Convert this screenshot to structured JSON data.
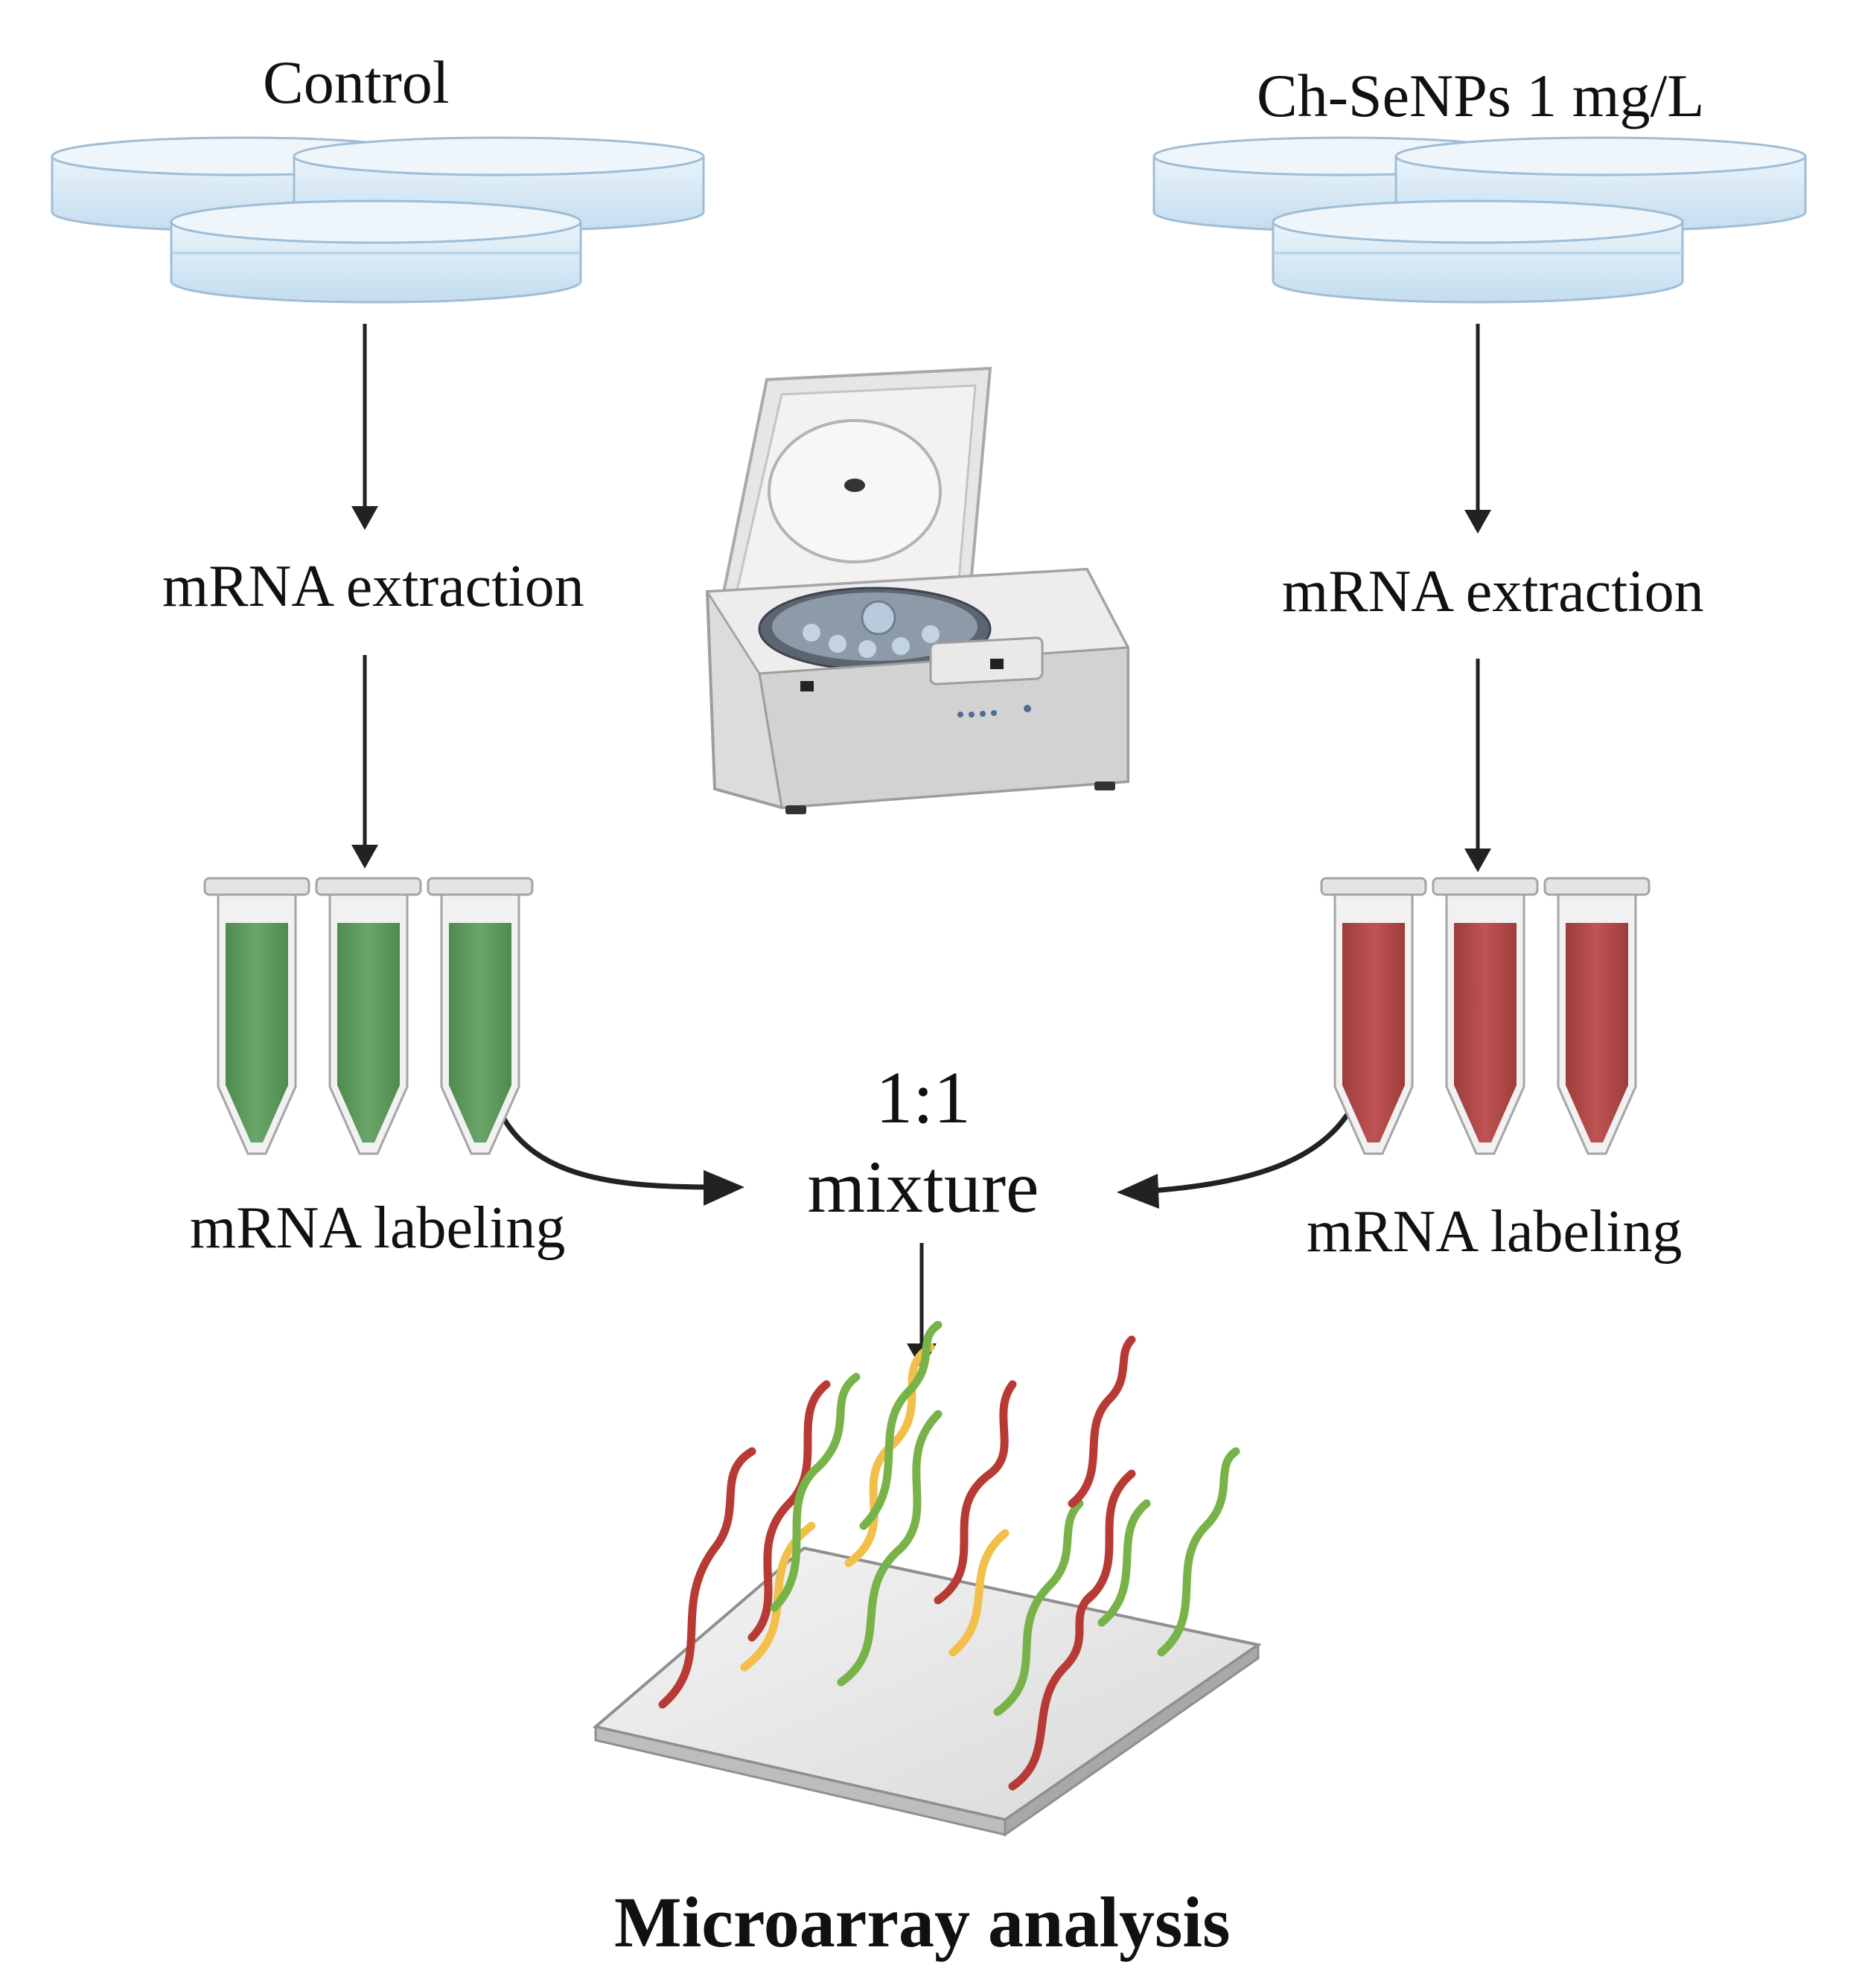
{
  "labels": {
    "control": "Control",
    "treatment": "Ch-SeNPs 1 mg/L",
    "extraction_left": "mRNA extraction",
    "extraction_right": "mRNA extraction",
    "labeling_left": "mRNA labeling",
    "labeling_right": "mRNA labeling",
    "ratio": "1:1",
    "mixture": "mixture",
    "final": "Microarray analysis"
  },
  "icons": {
    "petri_left": "petri-dish-stack-icon",
    "petri_right": "petri-dish-stack-icon",
    "centrifuge": "centrifuge-icon",
    "tubes_left": "microcentrifuge-tube-icon",
    "tubes_right": "microcentrifuge-tube-icon",
    "microarray": "microarray-slide-icon"
  },
  "colors": {
    "control_label": "#5f9a5f",
    "treatment_label": "#b24848",
    "probe_yellow": "#f2c04a",
    "arrow": "#222222"
  }
}
